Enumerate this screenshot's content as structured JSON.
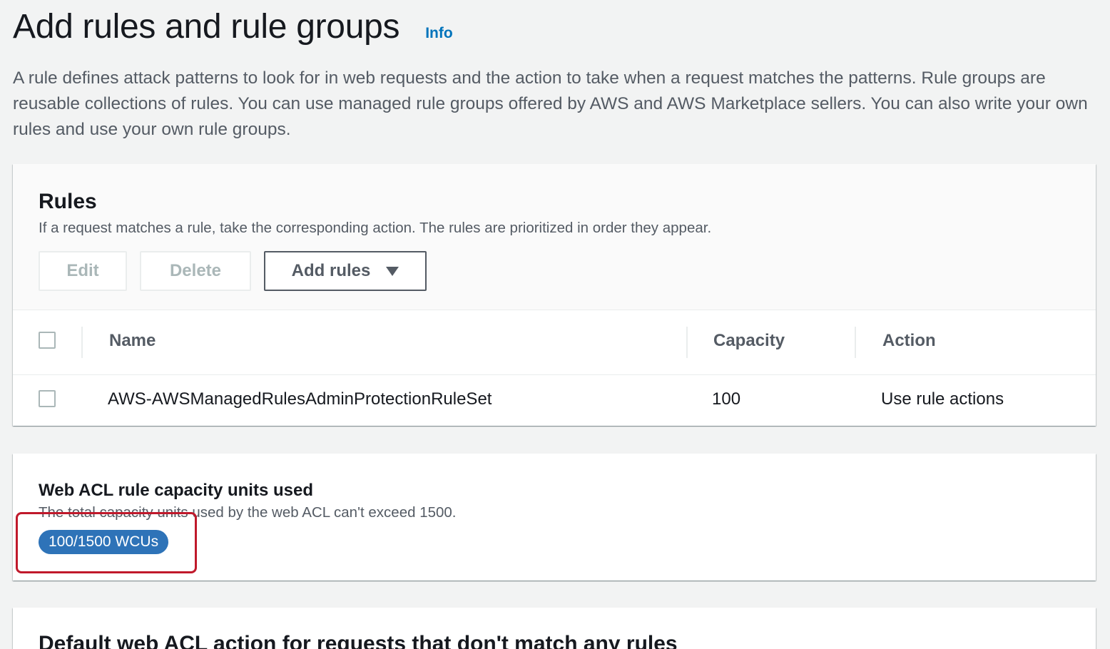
{
  "header": {
    "title": "Add rules and rule groups",
    "info_label": "Info",
    "description": "A rule defines attack patterns to look for in web requests and the action to take when a request matches the patterns. Rule groups are reusable collections of rules. You can use managed rule groups offered by AWS and AWS Marketplace sellers. You can also write your own rules and use your own rule groups."
  },
  "rules": {
    "title": "Rules",
    "description": "If a request matches a rule, take the corresponding action. The rules are prioritized in order they appear.",
    "buttons": {
      "edit": "Edit",
      "delete": "Delete",
      "add_rules": "Add rules"
    },
    "columns": [
      "Name",
      "Capacity",
      "Action"
    ],
    "rows": [
      {
        "name": "AWS-AWSManagedRulesAdminProtectionRuleSet",
        "capacity": "100",
        "action": "Use rule actions"
      }
    ]
  },
  "capacity": {
    "title": "Web ACL rule capacity units used",
    "description": "The total capacity units used by the web ACL can't exceed 1500.",
    "badge": "100/1500 WCUs"
  },
  "default_action": {
    "title": "Default web ACL action for requests that don't match any rules"
  },
  "colors": {
    "link": "#0073bb",
    "badge": "#2e73b8",
    "highlight": "#c0192b"
  }
}
